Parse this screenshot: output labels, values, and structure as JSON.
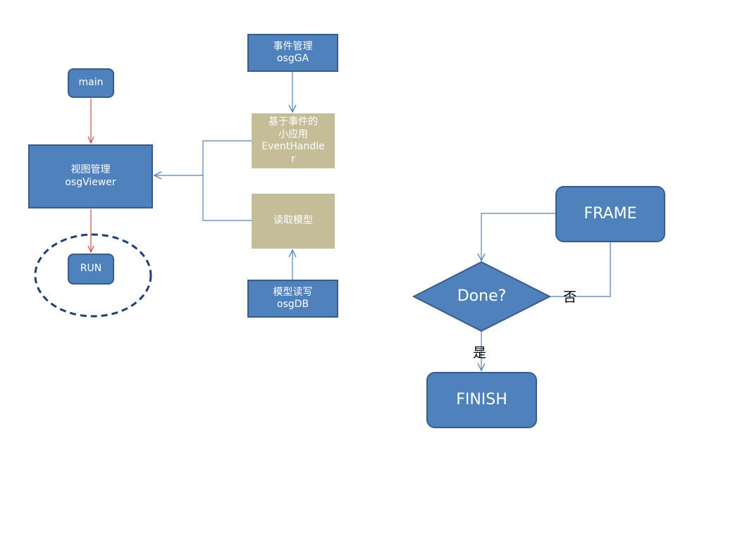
{
  "nodes": {
    "main": "main",
    "viewer_line1": "视图管理",
    "viewer_line2": "osgViewer",
    "run": "RUN",
    "ga_line1": "事件管理",
    "ga_line2": "osgGA",
    "handler_line1": "基于事件的",
    "handler_line2": "小应用",
    "handler_line3": "EventHandle",
    "handler_line4": "r",
    "read": "读取模型",
    "db_line1": "模型读写",
    "db_line2": "osgDB",
    "frame": "FRAME",
    "done": "Done?",
    "finish": "FINISH"
  },
  "labels": {
    "no": "否",
    "yes": "是"
  },
  "colors": {
    "node_blue": "#4f81bd",
    "node_border": "#385d8a",
    "node_tan": "#c4bd97",
    "arrow_red": "#c0504d",
    "arrow_blue": "#4f81bd",
    "ellipse_dash": "#1f3f73"
  }
}
